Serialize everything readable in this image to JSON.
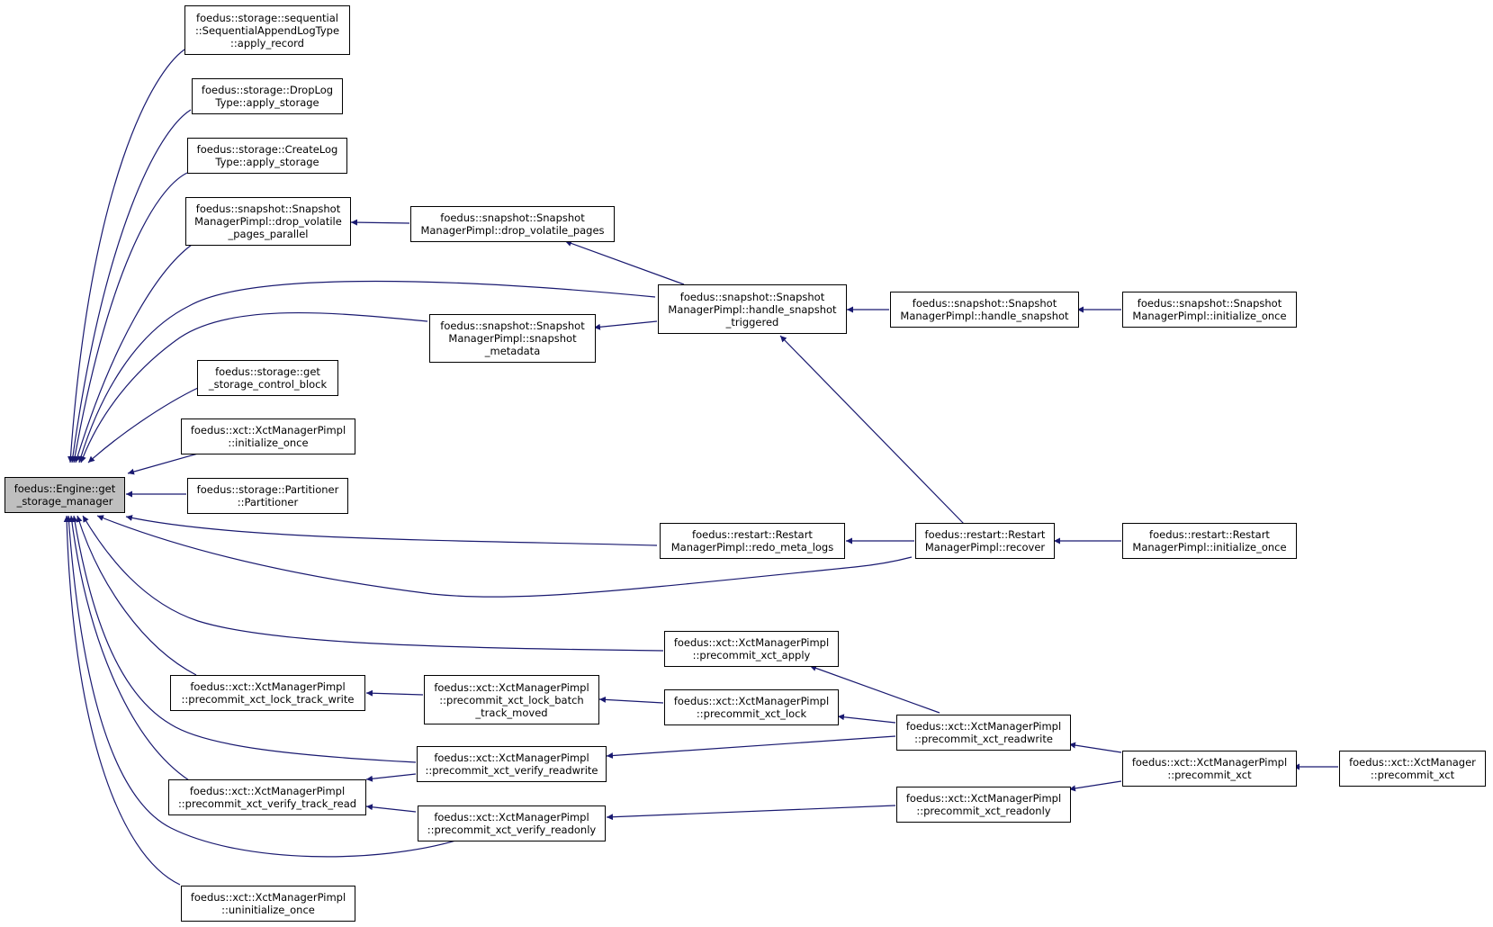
{
  "graph": {
    "edge_color": "#191970",
    "node_border": "#000000",
    "root_fill": "#bfbfbf",
    "node_fill": "#ffffff"
  },
  "nodes": {
    "root": [
      "foedus::Engine::get",
      "_storage_manager"
    ],
    "seq_apply": [
      "foedus::storage::sequential",
      "::SequentialAppendLogType",
      "::apply_record"
    ],
    "drop_log": [
      "foedus::storage::DropLog",
      "Type::apply_storage"
    ],
    "create_log": [
      "foedus::storage::CreateLog",
      "Type::apply_storage"
    ],
    "drop_vol_par": [
      "foedus::snapshot::Snapshot",
      "ManagerPimpl::drop_volatile",
      "_pages_parallel"
    ],
    "drop_vol": [
      "foedus::snapshot::Snapshot",
      "ManagerPimpl::drop_volatile_pages"
    ],
    "handle_trig": [
      "foedus::snapshot::Snapshot",
      "ManagerPimpl::handle_snapshot",
      "_triggered"
    ],
    "handle_snap": [
      "foedus::snapshot::Snapshot",
      "ManagerPimpl::handle_snapshot"
    ],
    "snap_init": [
      "foedus::snapshot::Snapshot",
      "ManagerPimpl::initialize_once"
    ],
    "snap_meta": [
      "foedus::snapshot::Snapshot",
      "ManagerPimpl::snapshot",
      "_metadata"
    ],
    "get_scb": [
      "foedus::storage::get",
      "_storage_control_block"
    ],
    "xct_init": [
      "foedus::xct::XctManagerPimpl",
      "::initialize_once"
    ],
    "partitioner": [
      "foedus::storage::Partitioner",
      "::Partitioner"
    ],
    "redo_meta": [
      "foedus::restart::Restart",
      "ManagerPimpl::redo_meta_logs"
    ],
    "recover": [
      "foedus::restart::Restart",
      "ManagerPimpl::recover"
    ],
    "restart_init": [
      "foedus::restart::Restart",
      "ManagerPimpl::initialize_once"
    ],
    "xct_apply": [
      "foedus::xct::XctManagerPimpl",
      "::precommit_xct_apply"
    ],
    "lock_track_write": [
      "foedus::xct::XctManagerPimpl",
      "::precommit_xct_lock_track_write"
    ],
    "lock_batch": [
      "foedus::xct::XctManagerPimpl",
      "::precommit_xct_lock_batch",
      "_track_moved"
    ],
    "xct_lock": [
      "foedus::xct::XctManagerPimpl",
      "::precommit_xct_lock"
    ],
    "readwrite": [
      "foedus::xct::XctManagerPimpl",
      "::precommit_xct_readwrite"
    ],
    "verify_rw": [
      "foedus::xct::XctManagerPimpl",
      "::precommit_xct_verify_readwrite"
    ],
    "precommit": [
      "foedus::xct::XctManagerPimpl",
      "::precommit_xct"
    ],
    "mgr_precommit": [
      "foedus::xct::XctManager",
      "::precommit_xct"
    ],
    "verify_tr": [
      "foedus::xct::XctManagerPimpl",
      "::precommit_xct_verify_track_read"
    ],
    "readonly": [
      "foedus::xct::XctManagerPimpl",
      "::precommit_xct_readonly"
    ],
    "verify_ro": [
      "foedus::xct::XctManagerPimpl",
      "::precommit_xct_verify_readonly"
    ],
    "uninit": [
      "foedus::xct::XctManagerPimpl",
      "::uninitialize_once"
    ]
  }
}
